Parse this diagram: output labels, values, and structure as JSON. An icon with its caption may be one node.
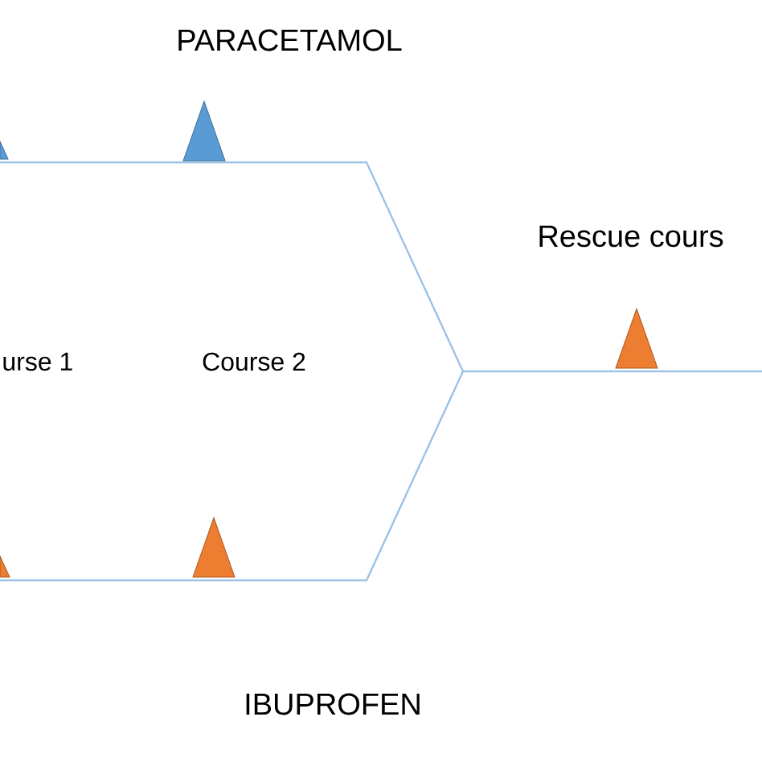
{
  "diagram": {
    "labels": [
      "PARACETAMOL",
      "Rescue cours",
      "urse 1",
      "Course 2",
      "IBUPROFEN"
    ]
  }
}
